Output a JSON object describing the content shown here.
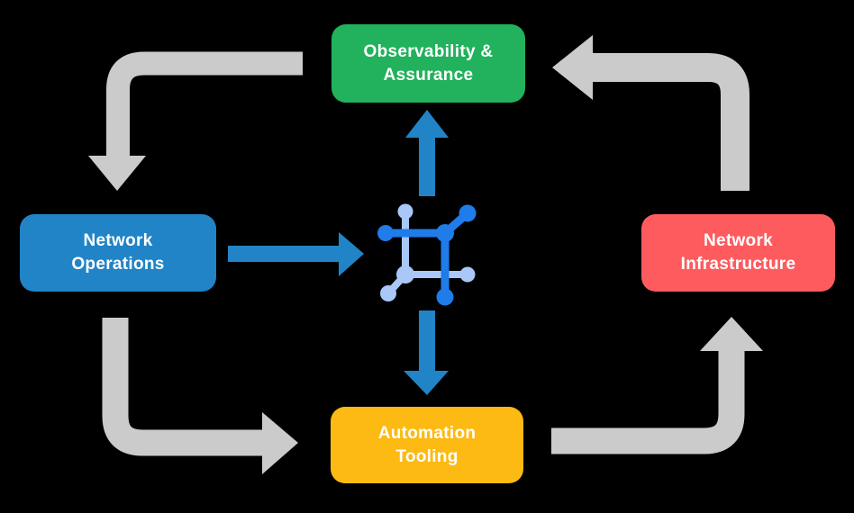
{
  "diagram": {
    "name": "network-automation-cycle-diagram",
    "background_color": "#000000",
    "nodes": [
      {
        "id": "observability-assurance",
        "label": "Observability &\nAssurance",
        "color": "#22b15c"
      },
      {
        "id": "network-operations",
        "label": "Network\nOperations",
        "color": "#2184c6"
      },
      {
        "id": "network-infrastructure",
        "label": "Network\nInfrastructure",
        "color": "#fe5b5e"
      },
      {
        "id": "automation-tooling",
        "label": "Automation\nTooling",
        "color": "#fcba12"
      }
    ],
    "arrows": {
      "cycle_color": "#cbcbcb",
      "flow_color": "#2184c6",
      "cycle_edges": [
        "observability-assurance -> network-operations",
        "network-operations -> automation-tooling",
        "automation-tooling -> network-infrastructure",
        "network-infrastructure -> observability-assurance"
      ],
      "flow_edges": [
        "network-operations -> center-icon",
        "center-icon -> observability-assurance",
        "center-icon -> automation-tooling"
      ]
    },
    "center_icon": {
      "name": "network-mesh-icon",
      "primary_color": "#1f7ce8",
      "secondary_color": "#a9c8f7"
    }
  }
}
